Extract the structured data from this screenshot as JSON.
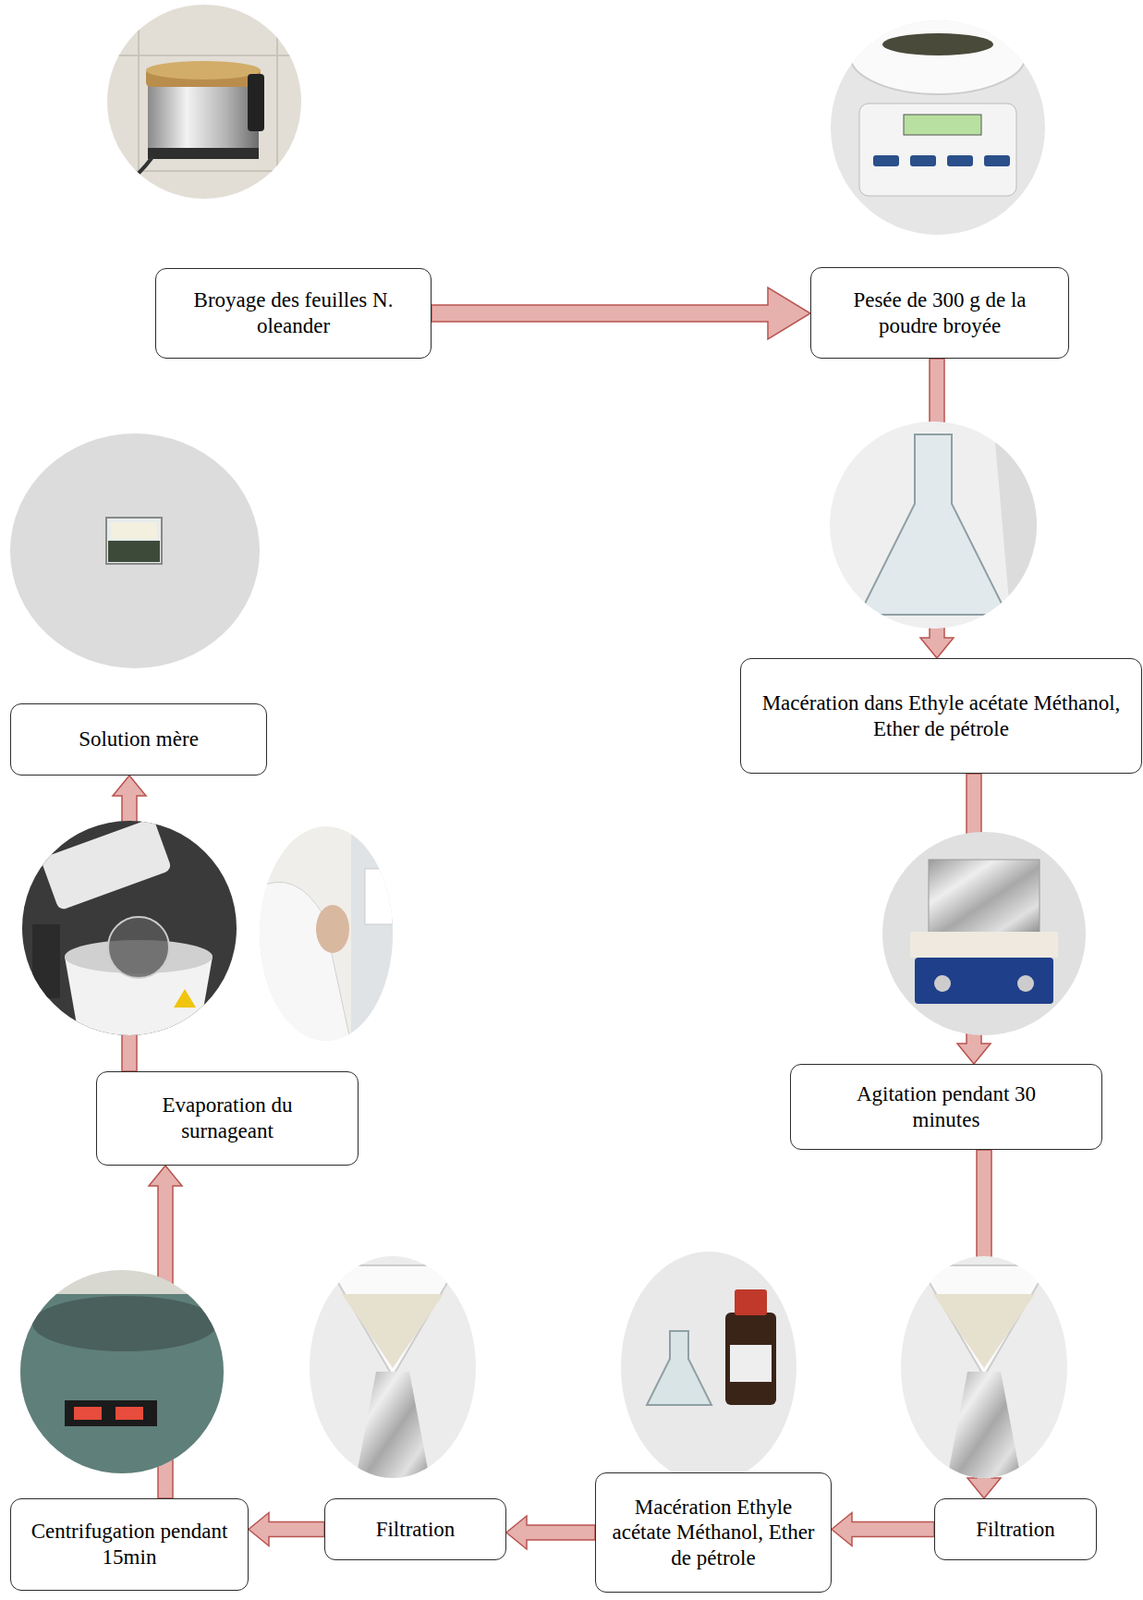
{
  "diagram": {
    "nodes": [
      {
        "text": [
          "Broyage des feuilles N. oleander"
        ]
      },
      {
        "text": [
          "Pesée de 300 g de la poudre broyée"
        ]
      },
      {
        "text": [
          "Macération dans Ethyle acétate Méthanol, Ether de pétrole"
        ]
      },
      {
        "text": [
          "Agitation pendant 30 minutes"
        ]
      },
      {
        "text": [
          "Filtration"
        ]
      },
      {
        "text": [
          "Macération Ethyle acétate Méthanol, Ether de pétrole"
        ]
      },
      {
        "text": [
          "Filtration"
        ]
      },
      {
        "text": [
          "Centrifugation pendant 15min"
        ]
      },
      {
        "text": [
          "Evaporation du surnageant"
        ]
      },
      {
        "text": [
          "Solution mère"
        ]
      }
    ],
    "edges": [
      {
        "from": 0,
        "to": 1,
        "arrow": "to"
      },
      {
        "from": 1,
        "to": 2,
        "arrow": "to"
      },
      {
        "from": 2,
        "to": 3,
        "arrow": "to"
      },
      {
        "from": 3,
        "to": 4,
        "arrow": "to"
      },
      {
        "from": 4,
        "to": 5,
        "arrow": "to"
      },
      {
        "from": 5,
        "to": 6,
        "arrow": "to"
      },
      {
        "from": 6,
        "to": 7,
        "arrow": "to"
      },
      {
        "from": 7,
        "to": 8,
        "arrow": "to"
      },
      {
        "from": 8,
        "to": 9,
        "arrow": "to"
      }
    ]
  }
}
